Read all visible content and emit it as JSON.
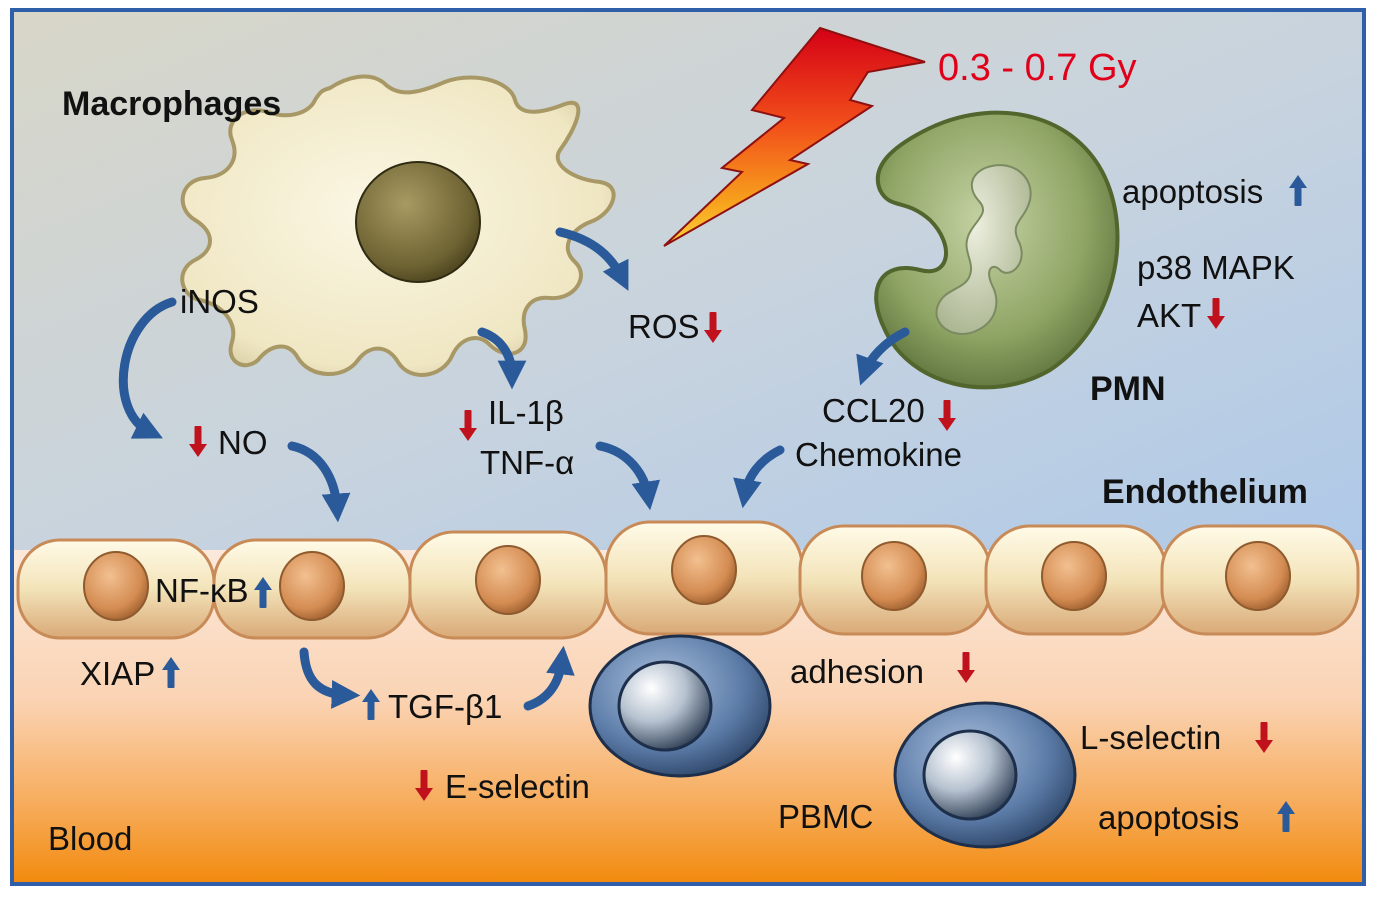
{
  "labels": {
    "macrophages": "Macrophages",
    "dose": "0.3 - 0.7 Gy",
    "apoptosis_pmn": "apoptosis",
    "p38": "p38 MAPK",
    "akt": "AKT",
    "pmn": "PMN",
    "inos": "iNOS",
    "ros": "ROS",
    "no": "NO",
    "il1b": "IL-1β",
    "tnfa": "TNF-α",
    "ccl20": "CCL20",
    "chemokine": "Chemokine",
    "endothelium": "Endothelium",
    "nfkb": "NF-κB",
    "xiap": "XIAP",
    "tgfb1": "TGF-β1",
    "adhesion": "adhesion",
    "e_selectin": "E-selectin",
    "l_selectin": "L-selectin",
    "pbmc": "PBMC",
    "apoptosis_pbmc": "apoptosis",
    "blood": "Blood"
  },
  "colors": {
    "frame": "#2e5fa8",
    "tissue_top": "#d6d4c6",
    "tissue_bottom": "#b9cfe6",
    "blood_top": "#fbe4d6",
    "blood_bottom": "#f39018",
    "endothelial_cell": "#f2e3bf",
    "nucleus": "#d79860",
    "arrow_blue": "#2a5a99",
    "arrow_red": "#c0121c",
    "dose_text": "#e1001a",
    "pmn_cell": "#7f9a57",
    "macrophage": "#f0e9c8",
    "pbmc_cell": "#4d6f9c"
  }
}
